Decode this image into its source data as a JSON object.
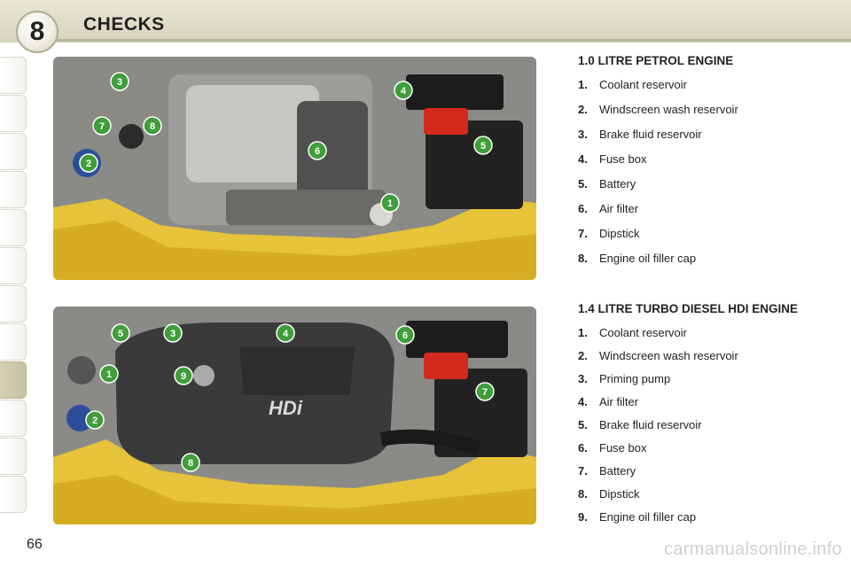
{
  "chapter": {
    "number": "8",
    "title": "CHECKS"
  },
  "page_number": "66",
  "watermark": "carmanualsonline.info",
  "sections": [
    {
      "title": "1.0 LITRE PETROL ENGINE",
      "items": [
        {
          "num": "1.",
          "label": "Coolant reservoir"
        },
        {
          "num": "2.",
          "label": "Windscreen wash reservoir"
        },
        {
          "num": "3.",
          "label": "Brake fluid reservoir"
        },
        {
          "num": "4.",
          "label": "Fuse box"
        },
        {
          "num": "5.",
          "label": "Battery"
        },
        {
          "num": "6.",
          "label": "Air filter"
        },
        {
          "num": "7.",
          "label": "Dipstick"
        },
        {
          "num": "8.",
          "label": "Engine oil filler cap"
        }
      ],
      "callouts": [
        "1",
        "2",
        "3",
        "4",
        "5",
        "6",
        "7",
        "8"
      ]
    },
    {
      "title": "1.4 LITRE TURBO DIESEL HDI ENGINE",
      "items": [
        {
          "num": "1.",
          "label": "Coolant reservoir"
        },
        {
          "num": "2.",
          "label": "Windscreen wash reservoir"
        },
        {
          "num": "3.",
          "label": "Priming pump"
        },
        {
          "num": "4.",
          "label": "Air filter"
        },
        {
          "num": "5.",
          "label": "Brake fluid reservoir"
        },
        {
          "num": "6.",
          "label": "Fuse box"
        },
        {
          "num": "7.",
          "label": "Battery"
        },
        {
          "num": "8.",
          "label": "Dipstick"
        },
        {
          "num": "9.",
          "label": "Engine oil filler cap"
        }
      ],
      "callouts": [
        "1",
        "2",
        "3",
        "4",
        "5",
        "6",
        "7",
        "8",
        "9"
      ],
      "engine_cover_logo": "HDi"
    }
  ],
  "colors": {
    "header": "#d6d4bd",
    "callout_green": "#3f9e3a",
    "bodywork_yellow": "#e8c53a",
    "engine_dark": "#3a3a3a",
    "fuse_red": "#d42a1e"
  },
  "tab_rail": {
    "tab_count": 12,
    "active_tab_index": 8
  }
}
